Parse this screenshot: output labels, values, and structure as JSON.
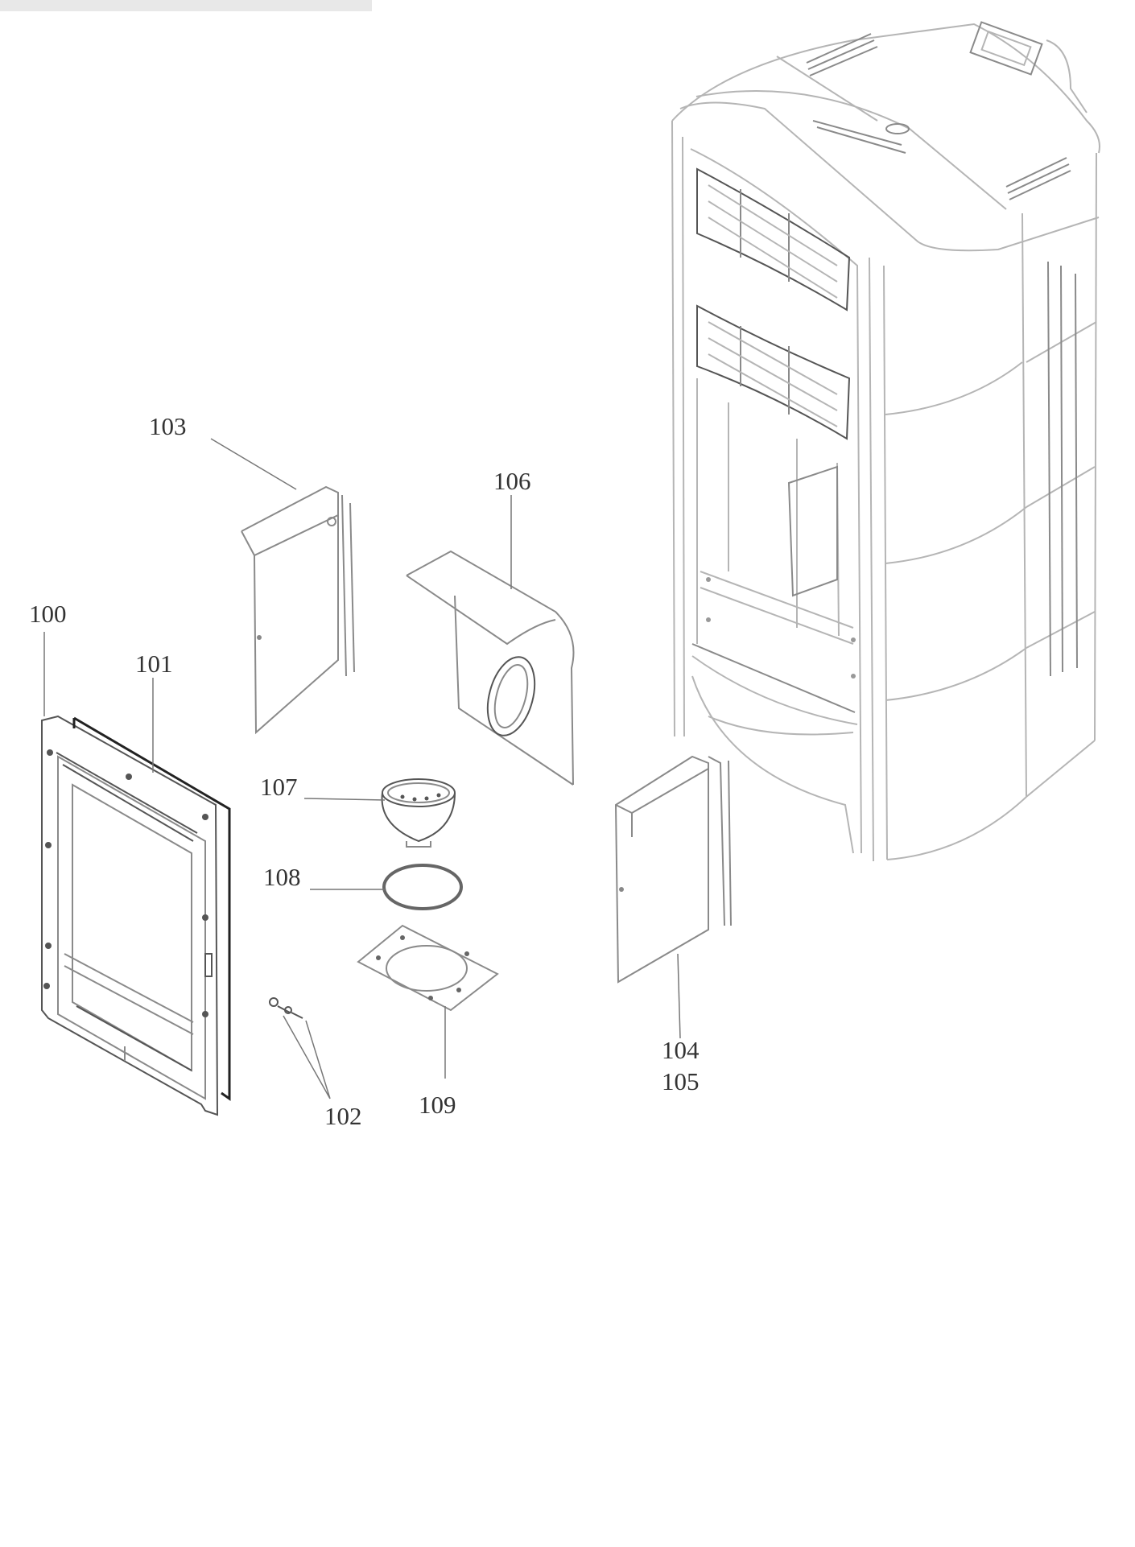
{
  "diagram": {
    "part_labels": {
      "p100": "100",
      "p101": "101",
      "p102": "102",
      "p103": "103",
      "p104": "104",
      "p105": "105",
      "p106": "106",
      "p107": "107",
      "p108": "108",
      "p109": "109"
    },
    "colors": {
      "line": "#555555",
      "line_light": "#b5b5b5",
      "gasket": "#777777",
      "top_bar": "#e8e8e8"
    }
  }
}
